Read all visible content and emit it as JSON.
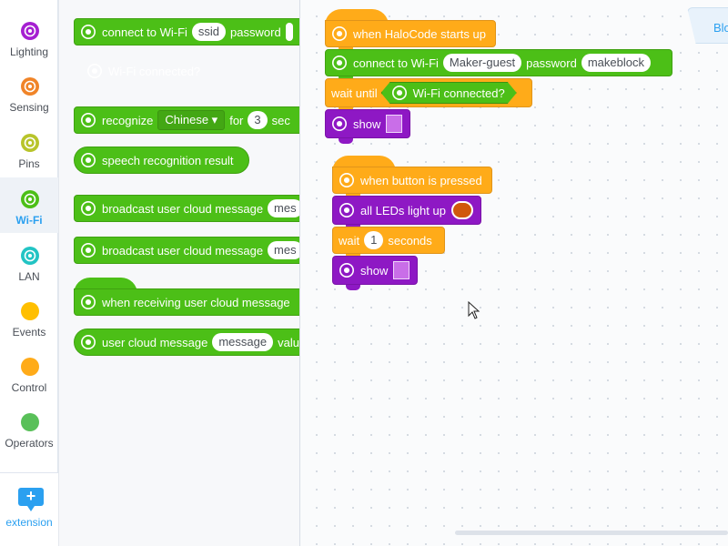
{
  "sidebar": {
    "categories": [
      {
        "label": "Lighting",
        "color": "#a51fd1",
        "icon": "lighting-icon",
        "active": false
      },
      {
        "label": "Sensing",
        "color": "#f08428",
        "icon": "sensing-icon",
        "active": false
      },
      {
        "label": "Pins",
        "color": "#b8c42b",
        "icon": "pins-icon",
        "active": false
      },
      {
        "label": "Wi-Fi",
        "color": "#4cbf17",
        "icon": "wifi-icon",
        "active": true
      },
      {
        "label": "LAN",
        "color": "#22c4c4",
        "icon": "lan-icon",
        "active": false
      },
      {
        "label": "Events",
        "color": "#ffbf00",
        "icon": "events-icon",
        "active": false
      },
      {
        "label": "Control",
        "color": "#ffab19",
        "icon": "control-icon",
        "active": false
      },
      {
        "label": "Operators",
        "color": "#59c059",
        "icon": "operators-icon",
        "active": false
      }
    ],
    "extension_label": "extension",
    "extension_icon": "+"
  },
  "flyout": {
    "connect_wifi": {
      "text": "connect to Wi-Fi",
      "ssid": "ssid",
      "password_label": "password"
    },
    "wifi_connected": "Wi-Fi connected?",
    "recognize": {
      "text": "recognize",
      "language": "Chinese ▾",
      "for": "for",
      "seconds": "3",
      "sec": "sec"
    },
    "speech_result": "speech recognition result",
    "broadcast1": {
      "text": "broadcast user cloud message",
      "field": "mes"
    },
    "broadcast2": {
      "text": "broadcast user cloud message",
      "field": "mes"
    },
    "when_receiving": "when receiving user cloud message",
    "user_cloud_message": {
      "text": "user cloud message",
      "field": "message",
      "tail": "valu"
    }
  },
  "workspace": {
    "tab_label": "Blo",
    "script1": {
      "hat": "when HaloCode starts up",
      "connect_text": "connect to Wi-Fi",
      "ssid_value": "Maker-guest",
      "password_label": "password",
      "password_value": "makeblock",
      "wait_until": "wait until",
      "wifi_connected": "Wi-Fi connected?",
      "show": "show"
    },
    "script2": {
      "hat": "when button is pressed",
      "all_leds": "all LEDs light up",
      "led_color": "#d0580c",
      "wait": "wait",
      "wait_value": "1",
      "seconds": "seconds",
      "show": "show"
    }
  },
  "colors": {
    "wifi_green": "#4cbf17",
    "event_orange": "#ffab19",
    "lighting_purple": "#8e18c4",
    "accent_blue": "#2ba0f0"
  }
}
